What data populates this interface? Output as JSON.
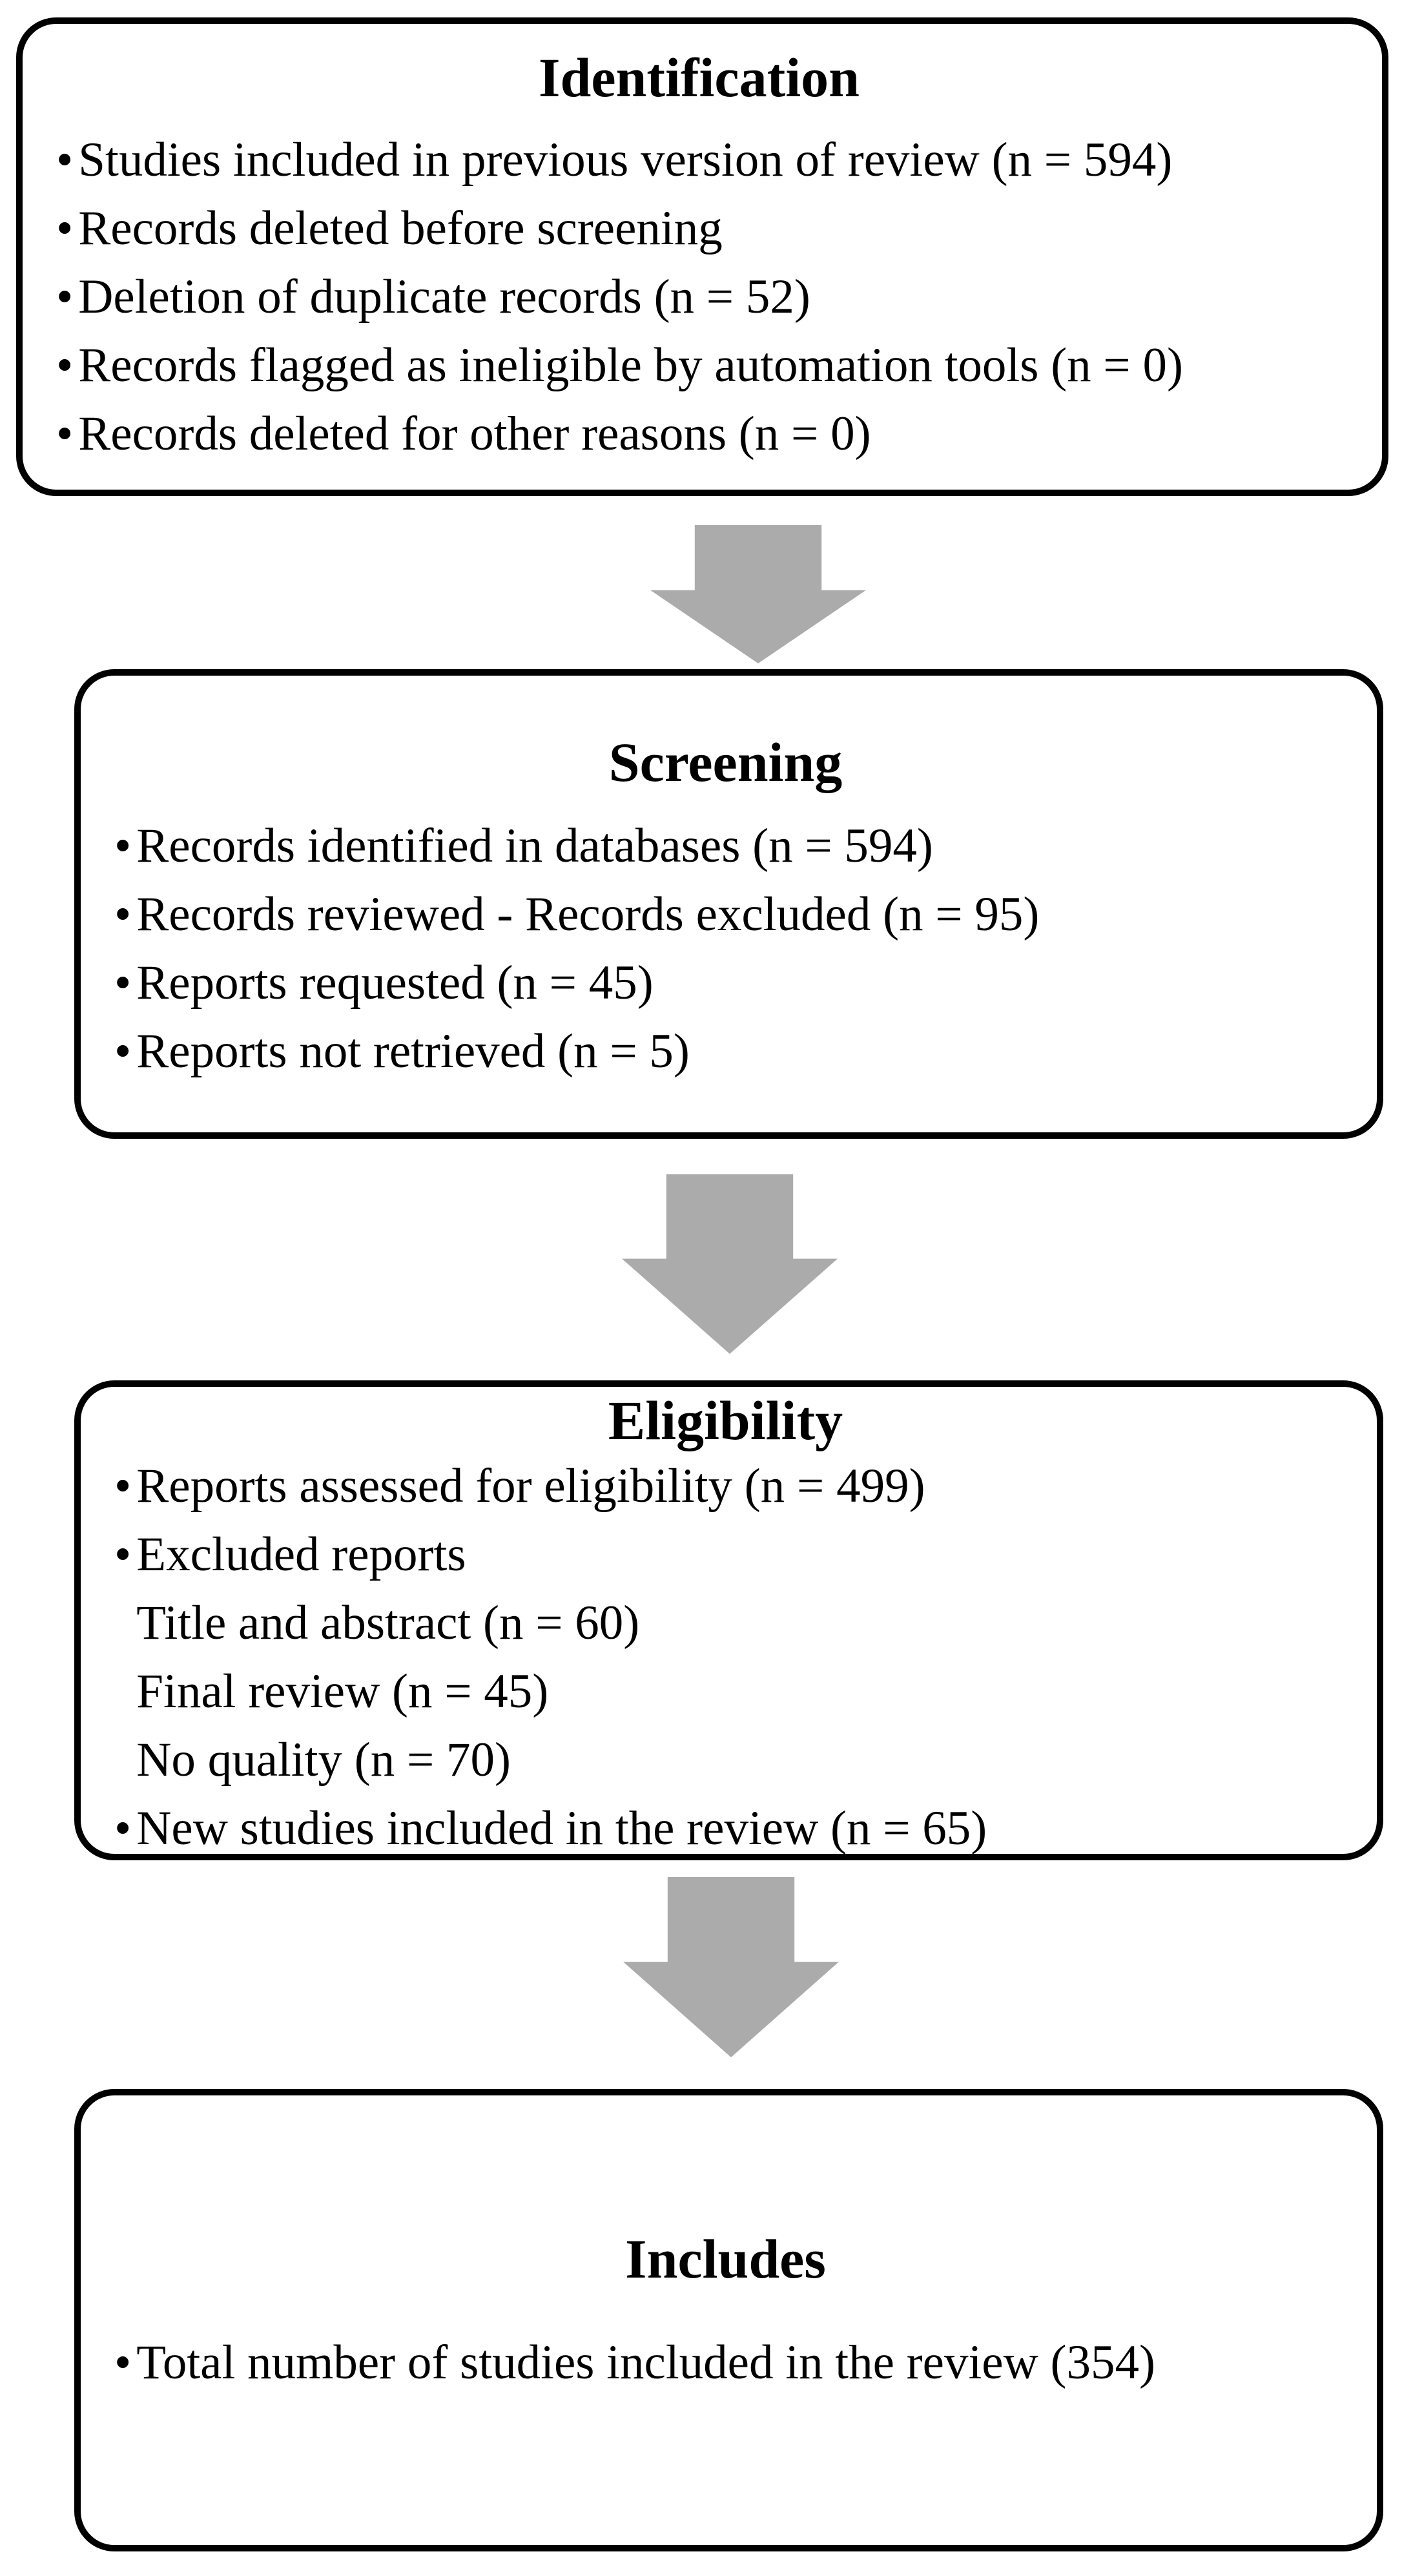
{
  "diagram": {
    "bullet_char": "•",
    "colors": {
      "background": "#FFFFFF",
      "border": "#000000",
      "text": "#000000",
      "arrow_fill": "#ABABAB"
    },
    "boxes": [
      {
        "title": "Identification",
        "items": [
          {
            "text": "Studies included in previous version of review (n = 594)",
            "bullet": true
          },
          {
            "text": "Records deleted before screening",
            "bullet": true
          },
          {
            "text": "Deletion of duplicate records (n = 52)",
            "bullet": true
          },
          {
            "text": "Records flagged as ineligible by automation tools (n = 0)",
            "bullet": true
          },
          {
            "text": "Records deleted for other reasons (n = 0)",
            "bullet": true
          }
        ]
      },
      {
        "title": "Screening",
        "items": [
          {
            "text": "Records identified in databases (n = 594)",
            "bullet": true
          },
          {
            "text": "Records reviewed - Records excluded (n = 95)",
            "bullet": true
          },
          {
            "text": "Reports requested (n = 45)",
            "bullet": true
          },
          {
            "text": "Reports not retrieved (n = 5)",
            "bullet": true
          }
        ]
      },
      {
        "title": "Eligibility",
        "items": [
          {
            "text": "Reports assessed for eligibility (n = 499)",
            "bullet": true
          },
          {
            "text": "Excluded reports",
            "bullet": true
          },
          {
            "text": "Title and abstract (n = 60)",
            "bullet": false
          },
          {
            "text": "Final review (n = 45)",
            "bullet": false
          },
          {
            "text": "No quality (n = 70)",
            "bullet": false
          },
          {
            "text": "New studies included in the review (n = 65)",
            "bullet": true
          }
        ]
      },
      {
        "title": "Includes",
        "items": [
          {
            "text": "Total number of studies included in the review (354)",
            "bullet": true
          }
        ]
      }
    ]
  }
}
